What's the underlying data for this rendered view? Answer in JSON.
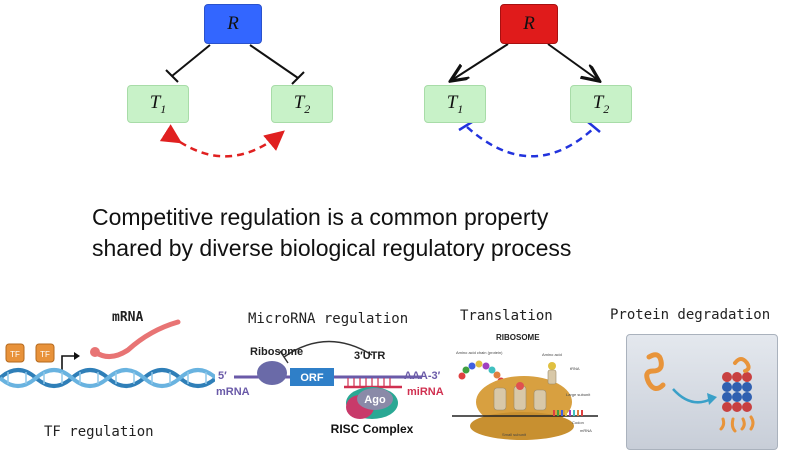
{
  "diagram_left": {
    "root": "R",
    "target1": "T",
    "target1_sub": "1",
    "target2": "T",
    "target2_sub": "2",
    "root_color": "#3366ff",
    "interaction_color": "#e02020"
  },
  "diagram_right": {
    "root": "R",
    "target1": "T",
    "target1_sub": "1",
    "target2": "T",
    "target2_sub": "2",
    "root_color": "#e01b1b",
    "interaction_color": "#2233dd"
  },
  "caption": {
    "line1": "Competitive regulation is a common property",
    "line2": "shared by diverse biological regulatory process"
  },
  "panels": {
    "tf": {
      "title": "TF regulation",
      "mrna_label": "mRNA",
      "tf_box_label": "TF"
    },
    "microrna": {
      "title": "MicroRNA regulation",
      "ribosome": "Ribosome",
      "utr": "3′UTR",
      "five_prime": "5′",
      "mrna": "mRNA",
      "orf": "ORF",
      "polya": "AAA-3′",
      "mirna": "miRNA",
      "ago": "Ago",
      "risc": "RISC Complex"
    },
    "translation": {
      "title": "Translation",
      "ribosome_header": "RIBOSOME",
      "amino_acid_chain": "Amino acid chain (protein)",
      "amino_acid": "Amino acid",
      "trna": "tRNA",
      "large_subunit": "Large subunit",
      "small_subunit": "Small subunit",
      "codon": "Codon",
      "mrna": "mRNA"
    },
    "degradation": {
      "title": "Protein degradation"
    }
  }
}
